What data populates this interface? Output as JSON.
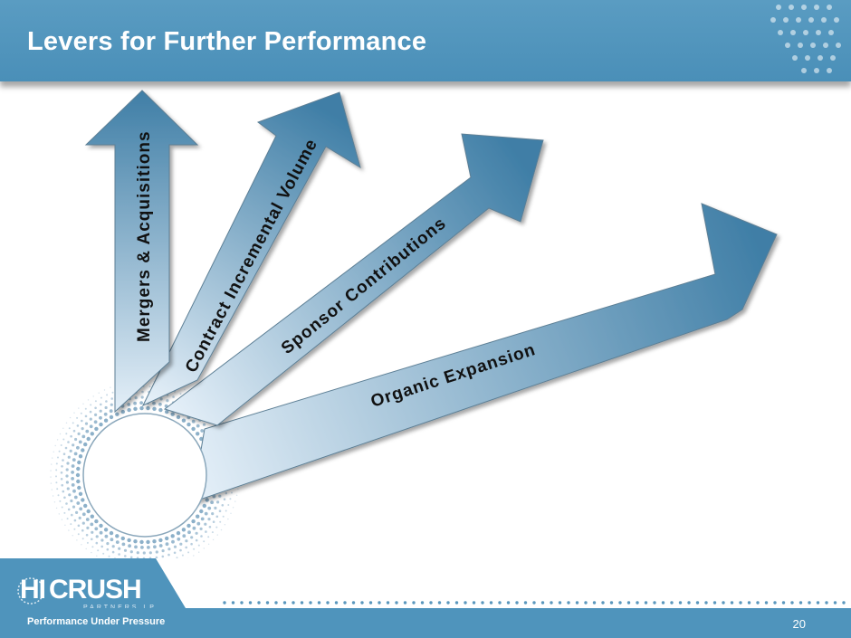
{
  "header": {
    "title": "Levers for Further Performance"
  },
  "diagram": {
    "levers": [
      {
        "label": "Mergers & Acquisitions"
      },
      {
        "label": "Contract Incremental Volume"
      },
      {
        "label": "Sponsor Contributions"
      },
      {
        "label": "Organic Expansion"
      }
    ]
  },
  "footer": {
    "logo_left": "HI",
    "logo_right": "CRUSH",
    "logo_sub": "PARTNERS LP",
    "tagline": "Performance Under Pressure",
    "page_number": "20"
  },
  "colors": {
    "header": "#4f94bc",
    "arrow_dark": "#3f7ea6",
    "arrow_light": "#e2eef7"
  }
}
